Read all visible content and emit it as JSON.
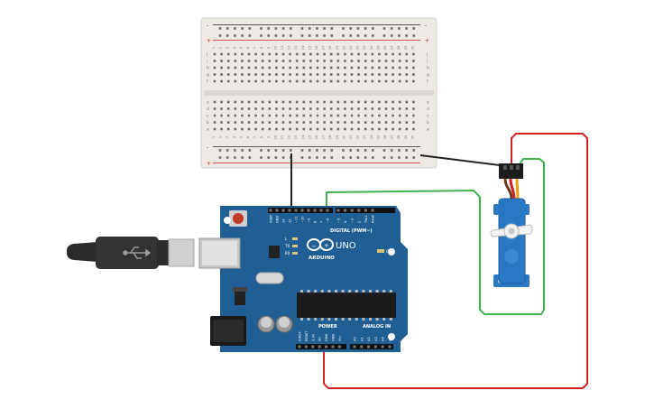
{
  "colors": {
    "board": "#1f5f94",
    "board_dark": "#174a74",
    "breadboard": "#ece9e4",
    "wire_red": "#d42020",
    "wire_green": "#3cb44b",
    "wire_black": "#222222",
    "servo": "#2a77c4"
  },
  "breadboard": {
    "col_numbers": [
      "1",
      "2",
      "3",
      "4",
      "5",
      "6",
      "7",
      "8",
      "9",
      "10",
      "11",
      "12",
      "13",
      "14",
      "15",
      "16",
      "17",
      "18",
      "19",
      "20",
      "21",
      "22",
      "23",
      "24",
      "25",
      "26",
      "27",
      "28",
      "29",
      "30"
    ],
    "row_letters_top": [
      "j",
      "i",
      "h",
      "g",
      "f"
    ],
    "row_letters_bottom": [
      "e",
      "d",
      "c",
      "b",
      "a"
    ],
    "rail_minus": "-",
    "rail_plus": "+"
  },
  "arduino": {
    "logo_text": "ARDUINO",
    "model": "UNO",
    "digital_label": "DIGITAL (PWM~)",
    "digital_pins": [
      "AREF",
      "GND",
      "13",
      "12",
      "~11",
      "~10",
      "~9",
      "8",
      "7",
      "~6",
      "~5",
      "4",
      "~3",
      "2",
      "TX▸1",
      "RX◂0"
    ],
    "power_label": "POWER",
    "power_pins": [
      "IOREF",
      "RESET",
      "3.3V",
      "5V",
      "GND",
      "GND",
      "Vin"
    ],
    "analog_label": "ANALOG IN",
    "analog_pins": [
      "A0",
      "A1",
      "A2",
      "A3",
      "A4",
      "A5"
    ],
    "led_labels": [
      "L",
      "TX",
      "RX"
    ],
    "on_label": "ON"
  },
  "icons": {
    "usb": "usb-icon",
    "infinity": "arduino-infinity-logo"
  }
}
